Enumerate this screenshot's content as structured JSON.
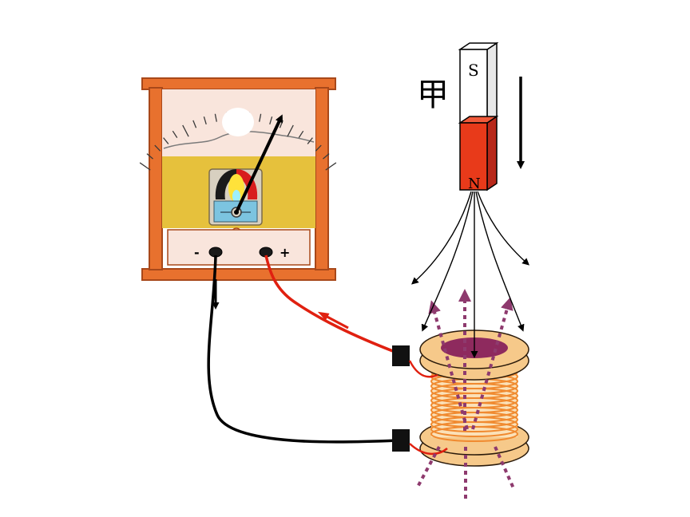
{
  "labels": {
    "magnet_name": "甲",
    "south_pole": "S",
    "north_pole": "N",
    "terminal_negative": "-",
    "terminal_positive": "+"
  },
  "colors": {
    "cabinet": "#e8712e",
    "cabinet_dark": "#a8481a",
    "meter_face": "#f9e5dc",
    "meter_lower": "#e6c13c",
    "magnet_north": "#e83a1a",
    "magnet_south": "#ffffff",
    "coil": "#f08a30",
    "coil_flange": "#f6c98a",
    "coil_core": "#8e2a5e",
    "wire_red": "#e02010",
    "wire_black": "#000000",
    "field_line": "#8e3a6e"
  },
  "icons": {
    "galvanometer": "galvanometer-icon",
    "bar_magnet": "bar-magnet-icon",
    "coil": "solenoid-coil-icon",
    "motion": "down-arrow-icon"
  }
}
